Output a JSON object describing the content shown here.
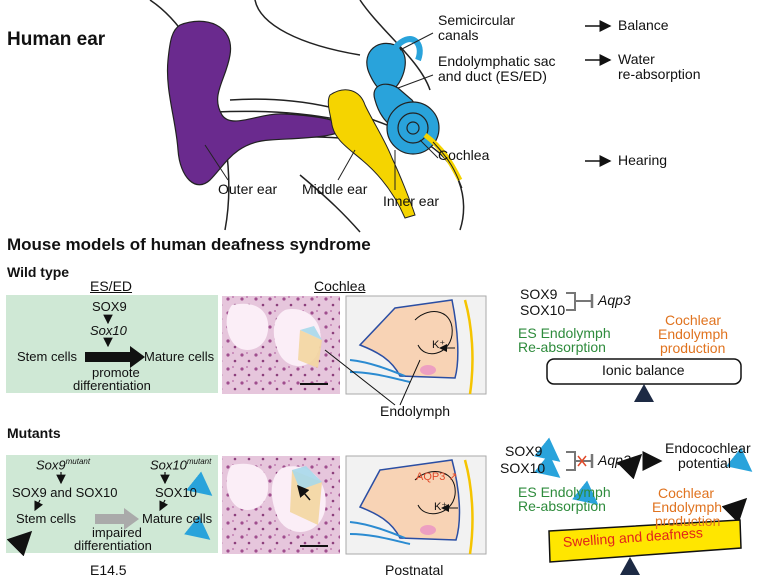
{
  "top": {
    "title": "Human ear",
    "semicircular": [
      "Semicircular",
      "canals"
    ],
    "es_ed": [
      "Endolymphatic sac",
      "and duct (ES/ED)"
    ],
    "cochlea": "Cochlea",
    "outer_ear": "Outer ear",
    "middle_ear": "Middle ear",
    "inner_ear": "Inner ear",
    "functions": {
      "balance": "Balance",
      "water": [
        "Water",
        "re-absorption"
      ],
      "hearing": "Hearing"
    }
  },
  "mouse": {
    "title": "Mouse models of human deafness syndrome",
    "wild_type": "Wild type",
    "es_ed_header": "ES/ED",
    "cochlea_header": "Cochlea",
    "wt_box": {
      "sox9": "SOX9",
      "sox10": "Sox10",
      "stem": "Stem cells",
      "mature": "Mature cells",
      "promote": [
        "promote",
        "differentiation"
      ]
    },
    "k_label": "K⁺",
    "endolymph": "Endolymph",
    "wt_right": {
      "sox9": "SOX9",
      "sox10": "SOX10",
      "aqp3": "Aqp3",
      "es_endolymph": [
        "ES Endolymph",
        "Re-absorption"
      ],
      "cochlear_endolymph": [
        "Cochlear",
        "Endolymph",
        "production"
      ],
      "ionic": "Ionic balance"
    },
    "mutants": "Mutants",
    "mut_box": {
      "sox9_mutant": "Sox9",
      "sox10_mutant": "Sox10",
      "mutant_sup": "mutant",
      "sox9_and_sox10": "SOX9 and SOX10",
      "sox10": "SOX10",
      "stem": "Stem cells",
      "mature": "Mature cells",
      "impaired": [
        "impaired",
        "differentiation"
      ]
    },
    "aqp3_label": "AQP3",
    "mut_right": {
      "sox9": "SOX9",
      "sox10": "SOX10",
      "aqp3": "Aqp3",
      "endocochlear": [
        "Endocochlear",
        "potential"
      ],
      "es_endolymph": [
        "ES Endolymph",
        "Re-absorption"
      ],
      "cochlear_endolymph": [
        "Cochlear",
        "Endolymph",
        "production"
      ],
      "swelling": "Swelling and deafness"
    },
    "e145": "E14.5",
    "postnatal": "Postnatal"
  },
  "colors": {
    "outer_ear": "#6a2a8e",
    "middle_ear": "#f5d400",
    "inner_ear": "#29a3db",
    "green_box": "#cfe8d5",
    "green_text": "#2e8b3c",
    "orange_text": "#e0731f",
    "blue_arrow": "#29a3db",
    "swelling_fill": "#ffe600"
  }
}
